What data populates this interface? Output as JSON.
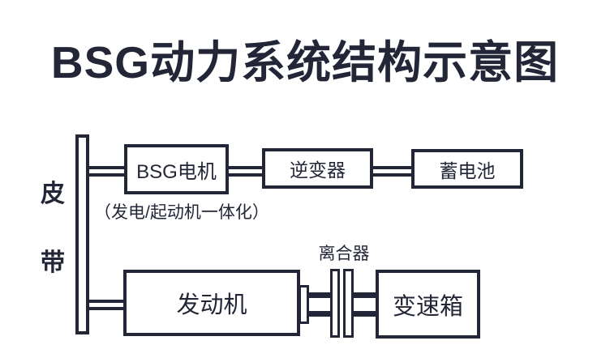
{
  "title": "BSG动力系统结构示意图",
  "colors": {
    "line": "#232637",
    "background": "#ffffff"
  },
  "diagram": {
    "belt": {
      "label": "皮带",
      "char1": "皮",
      "char2": "带"
    },
    "nodes": {
      "bsg_motor": {
        "label": "BSG电机",
        "note": "（发电/起动机一体化）"
      },
      "inverter": {
        "label": "逆变器"
      },
      "battery": {
        "label": "蓄电池"
      },
      "engine": {
        "label": "发动机"
      },
      "clutch": {
        "label": "离合器"
      },
      "gearbox": {
        "label": "变速箱"
      }
    },
    "connections": [
      {
        "from": "皮带",
        "to": "BSG电机",
        "style": "double-line"
      },
      {
        "from": "BSG电机",
        "to": "逆变器",
        "style": "double-line"
      },
      {
        "from": "逆变器",
        "to": "蓄电池",
        "style": "double-line"
      },
      {
        "from": "皮带",
        "to": "发动机",
        "style": "double-line"
      },
      {
        "from": "发动机",
        "to": "变速箱",
        "via": "离合器",
        "style": "shaft-with-clutch-plates"
      }
    ]
  }
}
